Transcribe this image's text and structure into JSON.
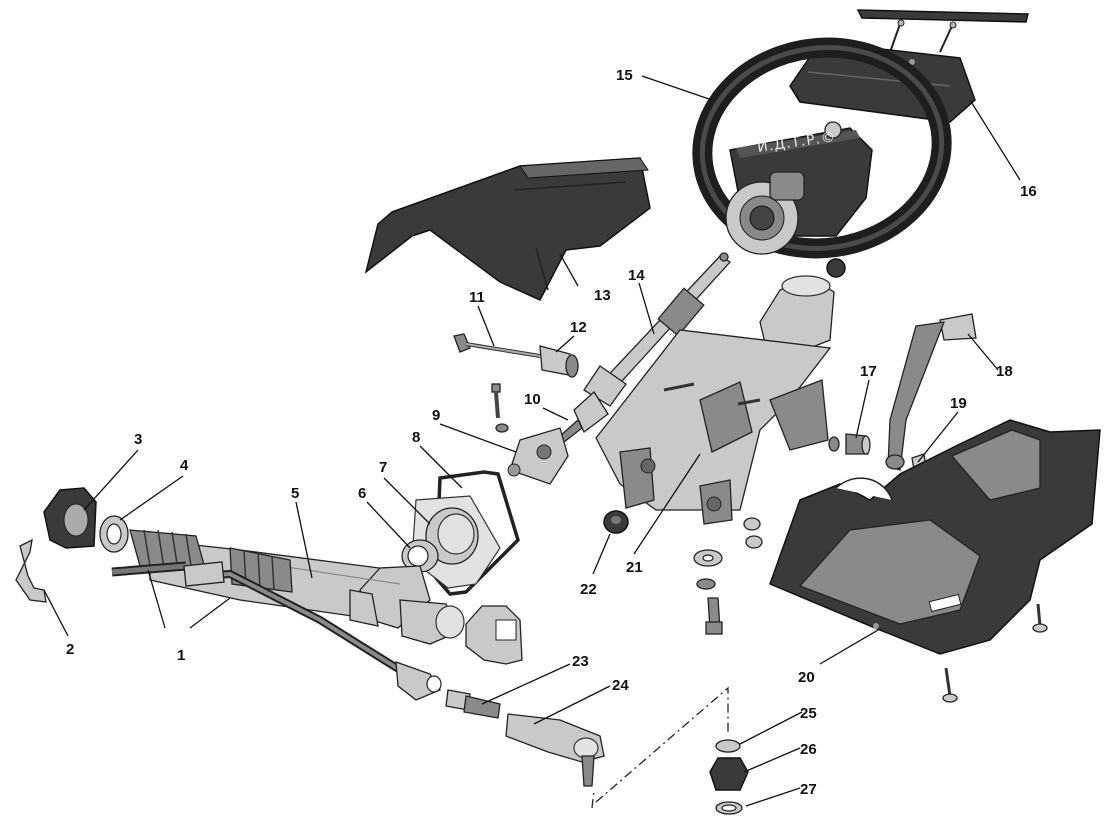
{
  "watermark": "И.Д.Т.Р.©",
  "colors": {
    "housing_dark": "#3a3a3a",
    "metal_light": "#c9c9c9",
    "metal_mid": "#8a8a8a",
    "background": "#ffffff"
  },
  "callouts": [
    {
      "id": "callout-1",
      "text": "1"
    },
    {
      "id": "callout-2",
      "text": "2"
    },
    {
      "id": "callout-3",
      "text": "3"
    },
    {
      "id": "callout-4",
      "text": "4"
    },
    {
      "id": "callout-5",
      "text": "5"
    },
    {
      "id": "callout-6",
      "text": "6"
    },
    {
      "id": "callout-7",
      "text": "7"
    },
    {
      "id": "callout-8",
      "text": "8"
    },
    {
      "id": "callout-9",
      "text": "9"
    },
    {
      "id": "callout-10",
      "text": "10"
    },
    {
      "id": "callout-11",
      "text": "11"
    },
    {
      "id": "callout-12",
      "text": "12"
    },
    {
      "id": "callout-13",
      "text": "13"
    },
    {
      "id": "callout-14",
      "text": "14"
    },
    {
      "id": "callout-15",
      "text": "15"
    },
    {
      "id": "callout-16",
      "text": "16"
    },
    {
      "id": "callout-17",
      "text": "17"
    },
    {
      "id": "callout-18",
      "text": "18"
    },
    {
      "id": "callout-19",
      "text": "19"
    },
    {
      "id": "callout-20",
      "text": "20"
    },
    {
      "id": "callout-21",
      "text": "21"
    },
    {
      "id": "callout-22",
      "text": "22"
    },
    {
      "id": "callout-23",
      "text": "23"
    },
    {
      "id": "callout-24",
      "text": "24"
    },
    {
      "id": "callout-25",
      "text": "25"
    },
    {
      "id": "callout-26",
      "text": "26"
    },
    {
      "id": "callout-27",
      "text": "27"
    }
  ]
}
